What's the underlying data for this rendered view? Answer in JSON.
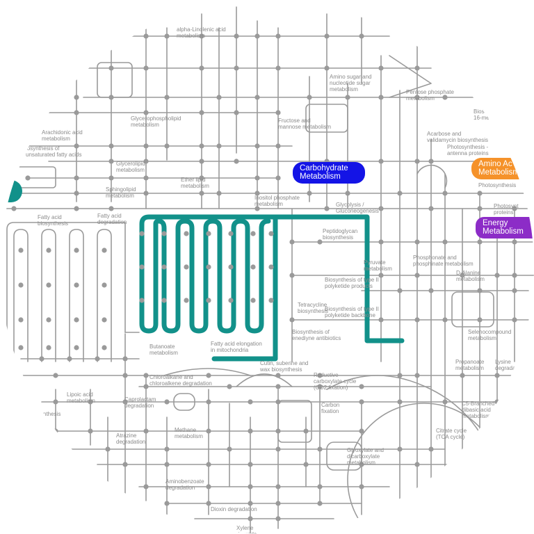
{
  "map": {
    "colors": {
      "background": "#ffffff",
      "pathway": "#9a9a9a",
      "node": "#9a9a9a",
      "label": "#8a8a8a",
      "highlight": "#12918a"
    },
    "category_badges": [
      {
        "key": "carb",
        "label": "Carbohydrate\nMetabolism",
        "color": "#1414e6"
      },
      {
        "key": "amino",
        "label": "Amino Ac\nMetabolism",
        "color": "#f5922a"
      },
      {
        "key": "energy",
        "label": "Energy\nMetabolism",
        "color": "#8c2cc7"
      }
    ],
    "partial_marker_color": "#12918a",
    "pathway_labels": [
      {
        "key": "alpha_linolenic",
        "text": "alpha-Linolenic acid\nmetabolism"
      },
      {
        "key": "amino_sugar",
        "text": "Amino sugar and\nnucleotide sugar\nmetabolism"
      },
      {
        "key": "pentose_phosphate",
        "text": "Pentose phosphate\nmetabolism"
      },
      {
        "key": "bios_top",
        "text": "Bios\n16-me"
      },
      {
        "key": "glycerophospholipid",
        "text": "Glycerophospholipid\nmetabolism"
      },
      {
        "key": "fructose_mannose",
        "text": "Fructose and\nmannose metabolism"
      },
      {
        "key": "acarbose",
        "text": "Acarbose and\nvalidamycin biosynthesis"
      },
      {
        "key": "photosynthesis_antenna",
        "text": "Photosynthesis -\nantenna proteins"
      },
      {
        "key": "arachidonic",
        "text": "Arachidonic acid\nmetabolism"
      },
      {
        "key": "unsat_fatty",
        "text": "iosynthesis of\nunsaturated fatty acids"
      },
      {
        "key": "glycerolipid",
        "text": "Glycerolipid\nmetabolism"
      },
      {
        "key": "ether_lipid",
        "text": "Ether lipid\nmetabolism"
      },
      {
        "key": "sphingolipid",
        "text": "Sphingolipid\nmetabolism"
      },
      {
        "key": "photosynthesis",
        "text": "Photosynthesis"
      },
      {
        "key": "inositol",
        "text": "Inositol phosphate\nmetabolism"
      },
      {
        "key": "glycolysis",
        "text": "Glycolysis /\nGluconeogenesis"
      },
      {
        "key": "photosynthesis_proteins",
        "text": "Photosynt\nproteins"
      },
      {
        "key": "fatty_biosynthesis",
        "text": "Fatty acid\nbiosynthesis"
      },
      {
        "key": "fatty_degradation",
        "text": "Fatty acid\ndegradation"
      },
      {
        "key": "peptidoglycan",
        "text": "Peptidoglycan\nbiosynthesis"
      },
      {
        "key": "phosphonate",
        "text": "Phosphonate and\nphosphinate metabolism"
      },
      {
        "key": "pyruvate",
        "text": "Pyruvate\nmetabolism"
      },
      {
        "key": "d_alanine",
        "text": "D-Alanine\nmetabolism"
      },
      {
        "key": "type2_products",
        "text": "Biosynthesis of type II\npolyketide products"
      },
      {
        "key": "tetracycline",
        "text": "Tetracycline\nbiosynthesis"
      },
      {
        "key": "type2_backbone",
        "text": "Biosynthesis of type II\npolyketide backbone"
      },
      {
        "key": "selenocompound",
        "text": "Selenocompound\nmetabolism"
      },
      {
        "key": "enediyne",
        "text": "Biosynthesis of\nenediyne antibiotics"
      },
      {
        "key": "butanoate",
        "text": "Butanoate\nmetabolism"
      },
      {
        "key": "fatty_elongation",
        "text": "Fatty acid elongation\nin mitochondria"
      },
      {
        "key": "cutin",
        "text": "Cutin, suberine and\nwax biosynthesis"
      },
      {
        "key": "propanoate",
        "text": "Propanoate\nmetabolism"
      },
      {
        "key": "lysine",
        "text": "Lysine\ndegrada"
      },
      {
        "key": "reductive_carboxylate",
        "text": "Reductive\ncarboxylate cycle\n(CO2 fixation)"
      },
      {
        "key": "chloroalkane",
        "text": "Chloroalkane and\nchloroalkene degradation"
      },
      {
        "key": "lipoic",
        "text": "Lipoic acid\nmetabolism"
      },
      {
        "key": "caprolactam",
        "text": "Caprolactam\ndegradation"
      },
      {
        "key": "carbon_fixation",
        "text": "Carbon\nfixation"
      },
      {
        "key": "c5_branched",
        "text": "C5-Branched\ndibasic acid\nmetabolism"
      },
      {
        "key": "nthesis",
        "text": "nthesis"
      },
      {
        "key": "methane",
        "text": "Methane\nmetabolism"
      },
      {
        "key": "atrazine",
        "text": "Atrazine\ndegradation"
      },
      {
        "key": "citrate",
        "text": "Citrate cycle\n(TCA cycle)"
      },
      {
        "key": "glyoxylate",
        "text": "Glyoxylate and\ndicarboxylate\nmetabolism"
      },
      {
        "key": "aminobenzoate",
        "text": "Aminobenzoate\ndegradation"
      },
      {
        "key": "dioxin",
        "text": "Dioxin degradation"
      },
      {
        "key": "xylene",
        "text": "Xylene\ndegrada"
      }
    ]
  }
}
